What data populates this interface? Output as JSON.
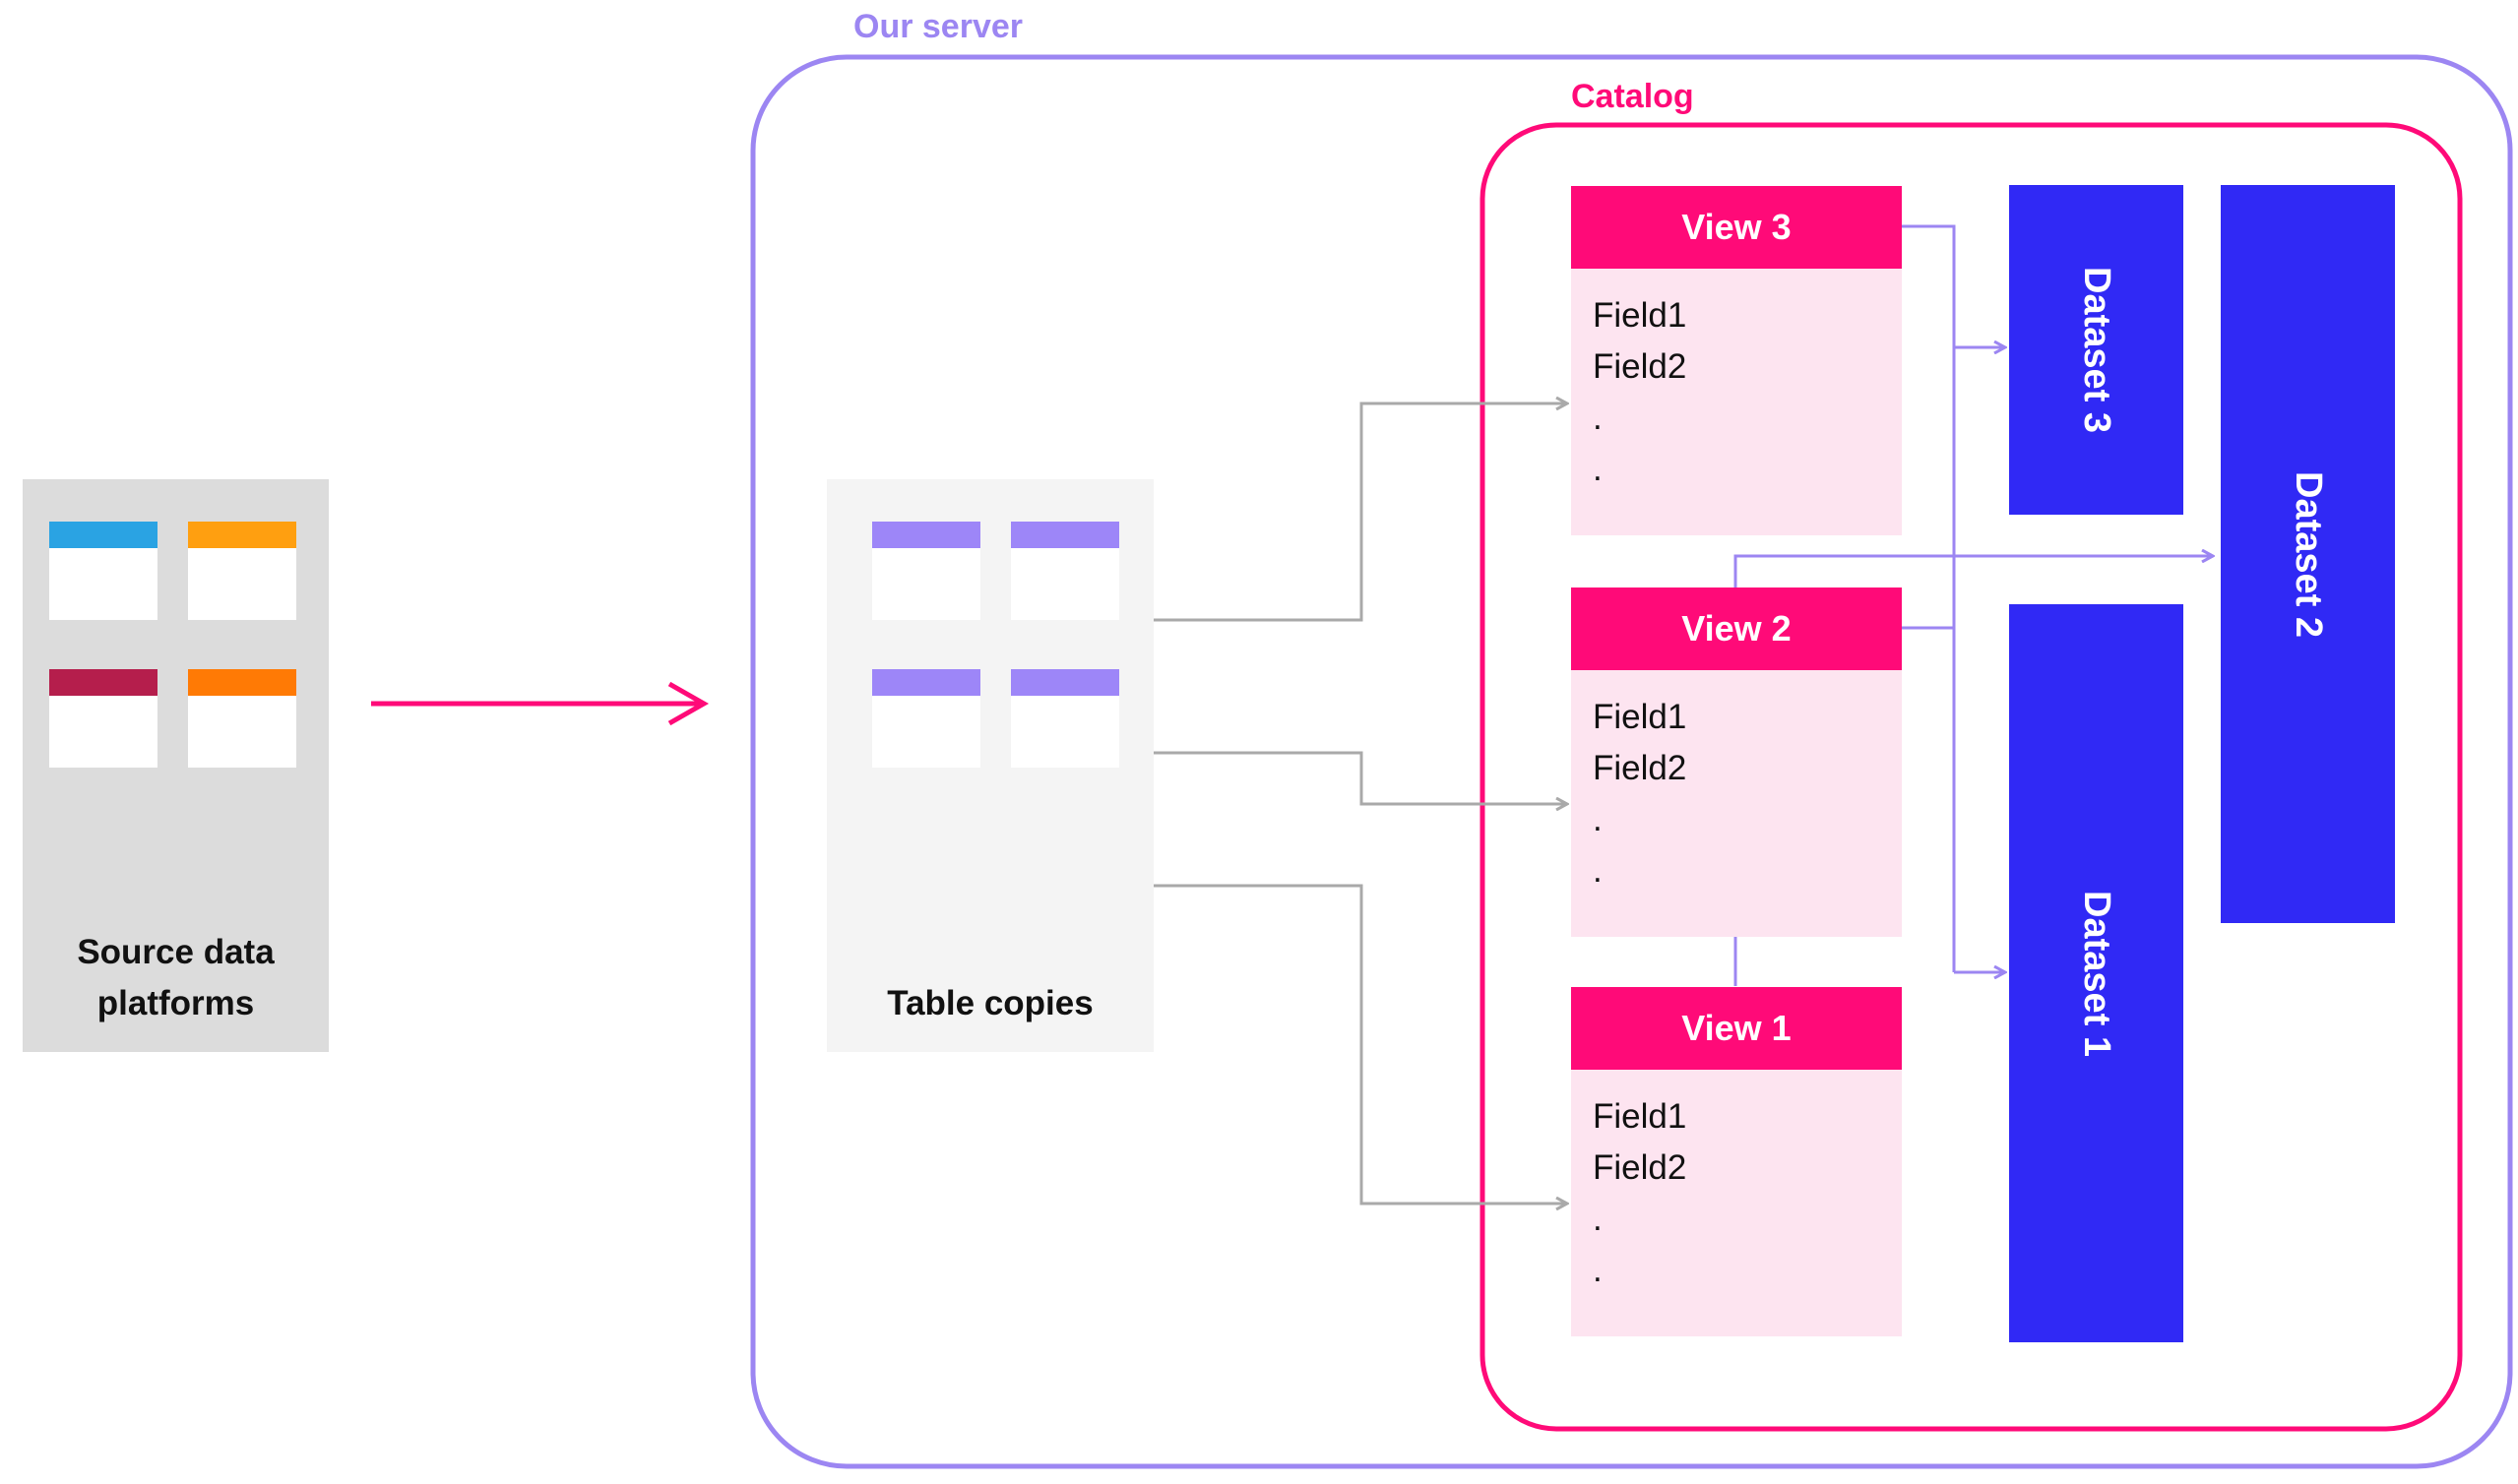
{
  "source_panel": {
    "label": "Source data platforms",
    "tile_colors": [
      "#2aa3e3",
      "#ff9f10",
      "#b51e4c",
      "#ff7a05"
    ]
  },
  "server": {
    "label": "Our server",
    "color": "#9c86f2"
  },
  "table_copies": {
    "label": "Table copies",
    "tile_color": "#9d86f8"
  },
  "catalog": {
    "label": "Catalog",
    "color": "#ff0a78"
  },
  "views": [
    {
      "title": "View 3",
      "fields": [
        "Field1",
        "Field2",
        ".",
        "."
      ]
    },
    {
      "title": "View 2",
      "fields": [
        "Field1",
        "Field2",
        ".",
        "."
      ]
    },
    {
      "title": "View 1",
      "fields": [
        "Field1",
        "Field2",
        ".",
        "."
      ]
    }
  ],
  "datasets": {
    "dataset3": "Dataset 3",
    "dataset2": "Dataset 2",
    "dataset1": "Dataset 1",
    "color": "#3029f5"
  }
}
